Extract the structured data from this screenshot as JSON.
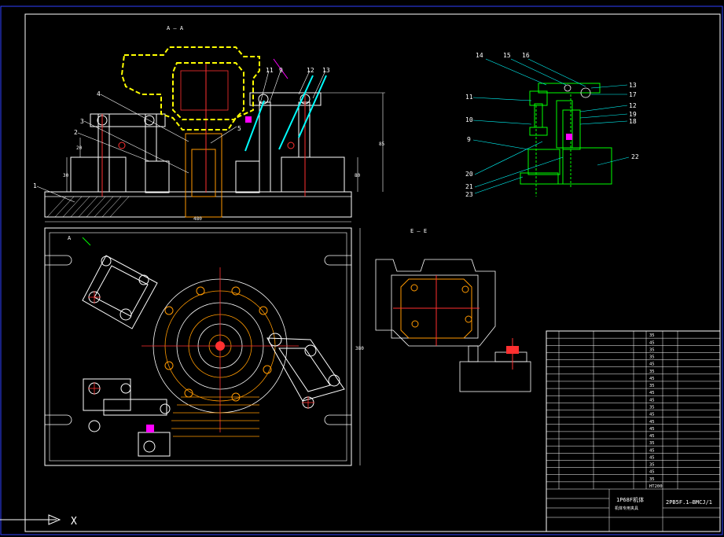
{
  "drawing": {
    "section_aa": "A  —  A",
    "section_ee": "E  —  E",
    "view_a_mark": "A",
    "axis_x_label": "X",
    "dimension_width": "480",
    "dimension_height_right": "380",
    "dimension_vertical_1": "85",
    "dimension_vertical_2": "80",
    "dimension_vertical_3": "30",
    "dimension_vertical_4": "20"
  },
  "main_callouts": [
    "1",
    "2",
    "3",
    "4",
    "5",
    "11",
    "9",
    "12",
    "13"
  ],
  "detail_callouts_top": [
    "14",
    "15",
    "16"
  ],
  "detail_callouts_right": [
    "13",
    "17",
    "12",
    "19",
    "18",
    "22"
  ],
  "detail_callouts_left": [
    "11",
    "10",
    "9",
    "20",
    "21",
    "23"
  ],
  "title_block": {
    "drawing_name": "1P68F机体",
    "drawing_subtitle": "机体专用夹具",
    "drawing_number": "2PB5F.1—BMCJ/1",
    "bom_material_col": [
      "35",
      "45",
      "35",
      "35",
      "45",
      "35",
      "45",
      "35",
      "45",
      "45",
      "35",
      "45",
      "45",
      "45",
      "45",
      "35",
      "45",
      "45",
      "35",
      "45",
      "35",
      "HT200"
    ]
  },
  "colors": {
    "background": "#000000",
    "outline": "#ffffff",
    "yellow": "#ffff00",
    "red": "#ff3030",
    "cyan": "#00ffff",
    "green": "#00ff00",
    "magenta": "#ff00ff",
    "orange": "#ff9900",
    "blue": "#4040ff"
  }
}
